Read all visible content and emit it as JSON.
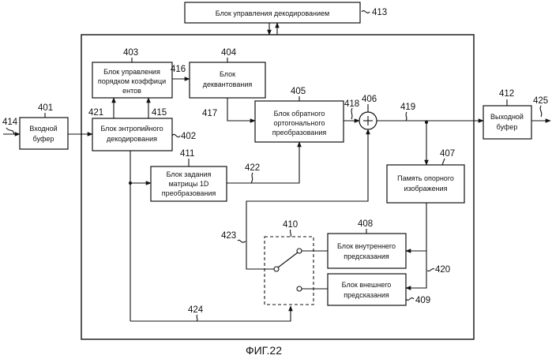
{
  "blocks": {
    "b413": {
      "ref": "413",
      "label": "Блок управления декодированием"
    },
    "b401": {
      "ref": "401",
      "line1": "Входной",
      "line2": "буфер"
    },
    "b403": {
      "ref": "403",
      "line1": "Блок управления",
      "line2": "порядком коэффици",
      "line3": "ентов"
    },
    "b404": {
      "ref": "404",
      "line1": "Блок",
      "line2": "деквантования"
    },
    "b402": {
      "ref": "402",
      "line1": "Блок энтропийного",
      "line2": "декодирования"
    },
    "b405": {
      "ref": "405",
      "line1": "Блок обратного",
      "line2": "ортогонального",
      "line3": "преобразования"
    },
    "b411": {
      "ref": "411",
      "line1": "Блок задания",
      "line2": "матрицы 1D",
      "line3": "преобразования"
    },
    "b407": {
      "ref": "407",
      "line1": "Память опорного",
      "line2": "изображения"
    },
    "b408": {
      "ref": "408",
      "line1": "Блок внутреннего",
      "line2": "предсказания"
    },
    "b409": {
      "ref": "409",
      "line1": "Блок внешнего",
      "line2": "предсказания"
    },
    "b412": {
      "ref": "412",
      "line1": "Выходной",
      "line2": "буфер"
    }
  },
  "refs": {
    "r406": "406",
    "r410": "410",
    "r414": "414",
    "r415": "415",
    "r416": "416",
    "r417": "417",
    "r418": "418",
    "r419": "419",
    "r420": "420",
    "r421": "421",
    "r422": "422",
    "r423": "423",
    "r424": "424",
    "r425": "425"
  },
  "caption": "ФИГ.22"
}
